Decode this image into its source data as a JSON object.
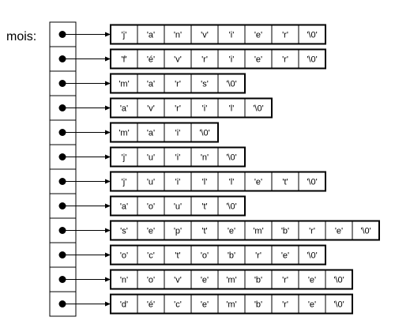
{
  "array_label": "mois:",
  "months": [
    [
      "'j'",
      "'a'",
      "'n'",
      "'v'",
      "'i'",
      "'e'",
      "'r'",
      "'\\0'"
    ],
    [
      "'f'",
      "'é'",
      "'v'",
      "'r'",
      "'i'",
      "'e'",
      "'r'",
      "'\\0'"
    ],
    [
      "'m'",
      "'a'",
      "'r'",
      "'s'",
      "'\\0'"
    ],
    [
      "'a'",
      "'v'",
      "'r'",
      "'i'",
      "'l'",
      "'\\0'"
    ],
    [
      "'m'",
      "'a'",
      "'i'",
      "'\\0'"
    ],
    [
      "'j'",
      "'u'",
      "'i'",
      "'n'",
      "'\\0'"
    ],
    [
      "'j'",
      "'u'",
      "'i'",
      "'l'",
      "'l'",
      "'e'",
      "'t'",
      "'\\0'"
    ],
    [
      "'a'",
      "'o'",
      "'u'",
      "'t'",
      "'\\0'"
    ],
    [
      "'s'",
      "'e'",
      "'p'",
      "'t'",
      "'e'",
      "'m'",
      "'b'",
      "'r'",
      "'e'",
      "'\\0'"
    ],
    [
      "'o'",
      "'c'",
      "'t'",
      "'o'",
      "'b'",
      "'r'",
      "'e'",
      "'\\0'"
    ],
    [
      "'n'",
      "'o'",
      "'v'",
      "'e'",
      "'m'",
      "'b'",
      "'r'",
      "'e'",
      "'\\0'"
    ],
    [
      "'d'",
      "'é'",
      "'c'",
      "'e'",
      "'m'",
      "'b'",
      "'r'",
      "'e'",
      "'\\0'"
    ]
  ]
}
